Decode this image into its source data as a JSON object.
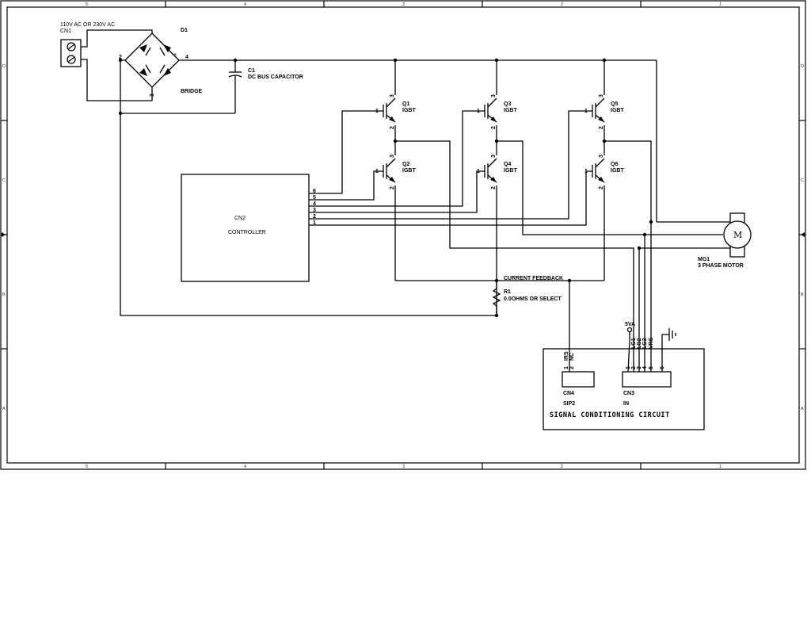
{
  "zones": {
    "columns": [
      "5",
      "4",
      "3",
      "2",
      "1"
    ],
    "rows": [
      "D",
      "C",
      "B",
      "A"
    ]
  },
  "labels": {
    "cn1_voltage": "110V AC OR 230V AC",
    "cn1_ref": "CN1",
    "d1_ref": "D1",
    "bridge": "BRIDGE",
    "bridge_pin2": "2",
    "bridge_pin4": "4",
    "bridge_pin3": "3",
    "c1_ref": "C1",
    "c1_desc": "DC BUS CAPACITOR",
    "q1_ref": "Q1",
    "q2_ref": "Q2",
    "q3_ref": "Q3",
    "q4_ref": "Q4",
    "q5_ref": "Q5",
    "q6_ref": "Q6",
    "igbt": "IGBT",
    "pin1": "1",
    "pin2": "2",
    "pin3": "3",
    "cn2_ref": "CN2",
    "controller": "CONTROLLER",
    "cn2_pins": [
      "6",
      "5",
      "4",
      "3",
      "2",
      "1"
    ],
    "motor_symbol": "M",
    "mg1_ref": "MG1",
    "mg1_desc": "3 PHASE MOTOR",
    "current_feedback": "CURRENT FEEDBACK",
    "r1_ref": "R1",
    "r1_desc": "0.0OHMS OR SELECT",
    "supply": "5VA",
    "cn4_pin_labels": [
      "IRS",
      "NC"
    ],
    "cn4_pins": [
      "1",
      "2"
    ],
    "cn4_ref": "CN4",
    "cn4_type": "SIP2",
    "cn3_pin_labels": [
      "LG1",
      "LG2",
      "LG3",
      "VRS"
    ],
    "cn3_pins": [
      "1",
      "2",
      "3",
      "4",
      "5",
      "6"
    ],
    "cn3_ref": "CN3",
    "cn3_type": "IN",
    "signal_block": "SIGNAL CONDITIONING CIRCUIT"
  }
}
